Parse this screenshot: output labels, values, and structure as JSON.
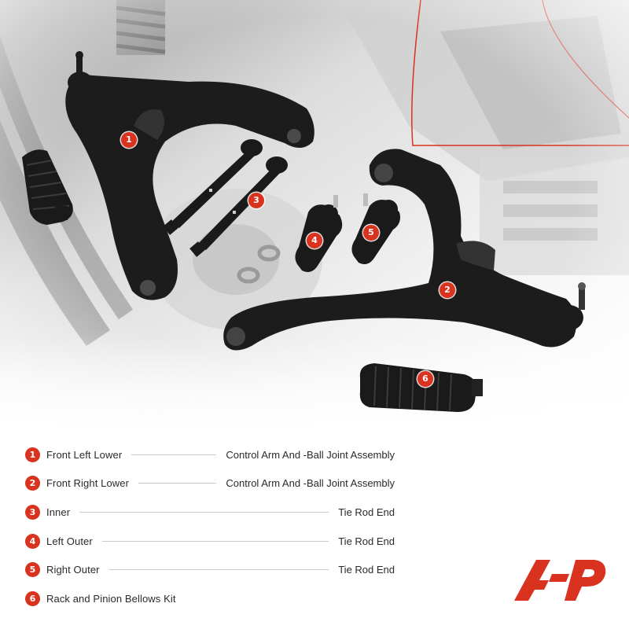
{
  "markers": [
    "1",
    "2",
    "3",
    "4",
    "5",
    "6"
  ],
  "legend": [
    {
      "num": "1",
      "label": "Front Left Lower",
      "desc": "Control Arm And -Ball Joint Assembly"
    },
    {
      "num": "2",
      "label": "Front Right Lower",
      "desc": "Control Arm And -Ball Joint Assembly"
    },
    {
      "num": "3",
      "label": "Inner",
      "desc": "Tie Rod End"
    },
    {
      "num": "4",
      "label": "Left Outer",
      "desc": "Tie Rod End"
    },
    {
      "num": "5",
      "label": "Right Outer",
      "desc": "Tie Rod End"
    },
    {
      "num": "6",
      "label": "Rack and Pinion Bellows Kit",
      "desc": ""
    }
  ],
  "colors": {
    "accent": "#d9321f",
    "part": "#1c1c1c",
    "background": "#ffffff"
  },
  "logo_icon": "a-premium-logo-icon"
}
